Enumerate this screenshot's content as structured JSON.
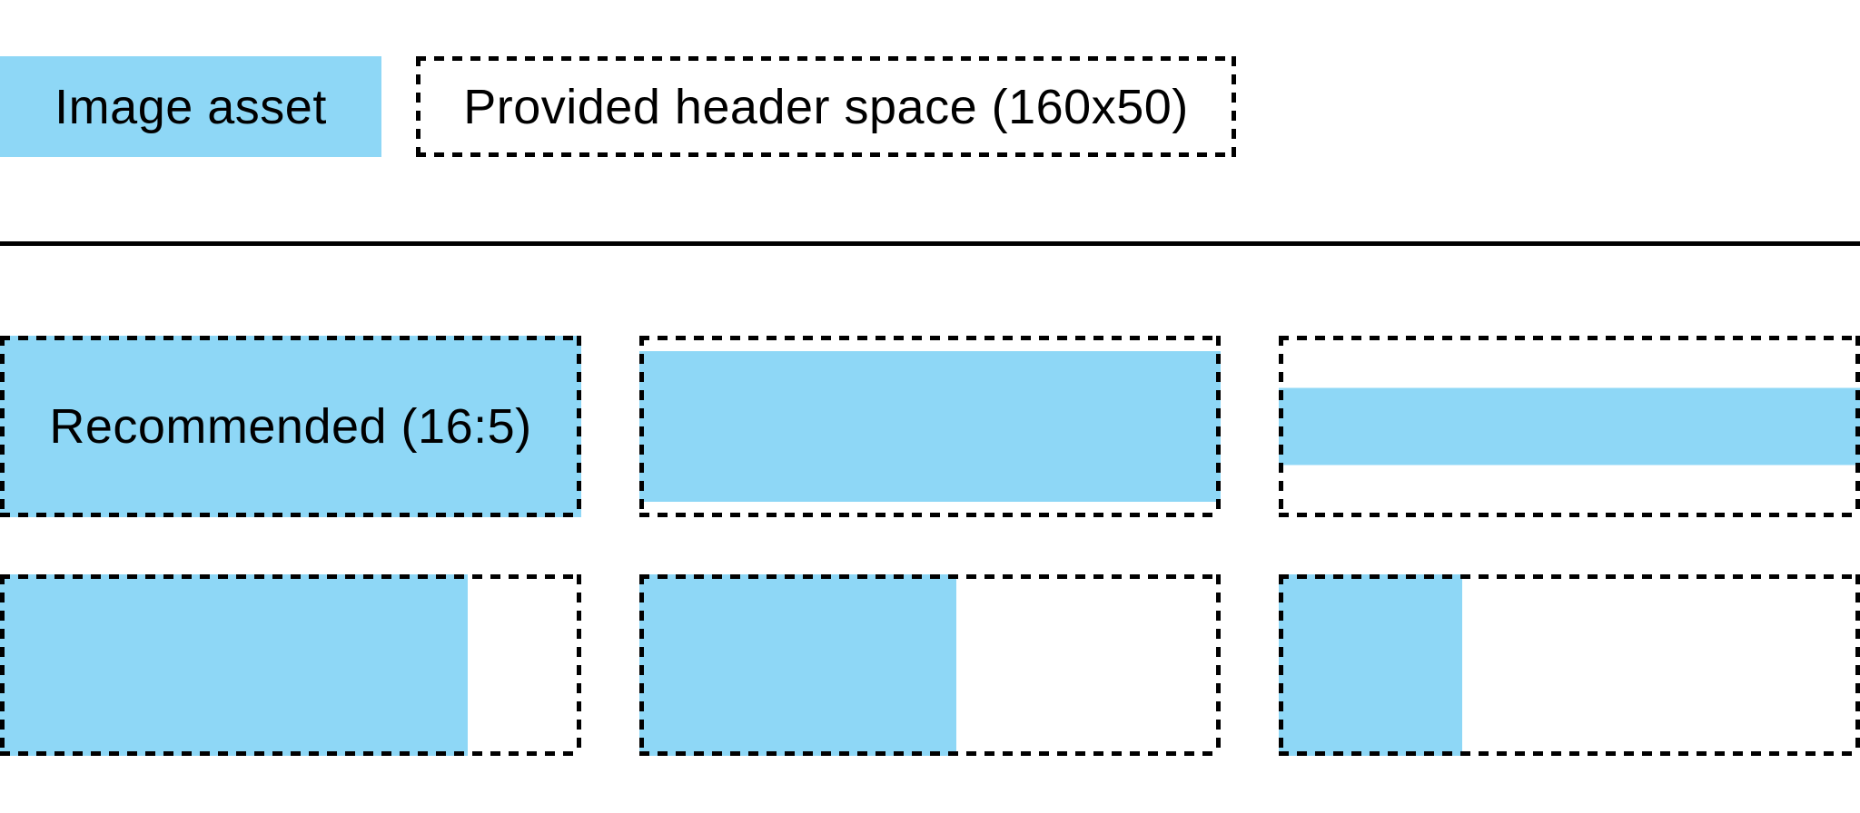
{
  "colors": {
    "asset_blue": "#8ed7f6",
    "ink": "#000000",
    "background": "#ffffff"
  },
  "legend": {
    "image_asset": {
      "label": "Image asset"
    },
    "header_space": {
      "label": "Provided header space (160x50)"
    }
  },
  "demo": {
    "recommended_label": "Recommended (16:5)",
    "boxes": [
      {
        "name": "recommended-16-5",
        "fill": {
          "mode": "full",
          "width_pct": 100,
          "height_pct": 100
        }
      },
      {
        "name": "wide-asset-fit-width",
        "fill": {
          "mode": "center-vertical",
          "width_pct": 100,
          "height_pct": 83
        }
      },
      {
        "name": "extra-wide-asset-fit-width",
        "fill": {
          "mode": "center-vertical",
          "width_pct": 100,
          "height_pct": 42.5
        }
      },
      {
        "name": "tall-asset-fit-height",
        "fill": {
          "mode": "align-left",
          "width_pct": 80.5,
          "height_pct": 100
        }
      },
      {
        "name": "taller-asset-fit-height",
        "fill": {
          "mode": "align-left",
          "width_pct": 54.5,
          "height_pct": 100
        }
      },
      {
        "name": "square-asset-fit-height",
        "fill": {
          "mode": "align-left",
          "width_pct": 31.5,
          "height_pct": 100
        }
      }
    ]
  }
}
